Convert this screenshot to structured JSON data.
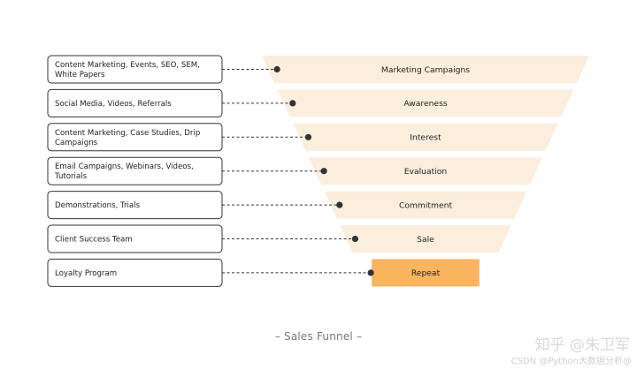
{
  "title": "Sales Funnel",
  "caption": "– Sales Funnel –",
  "colors": {
    "funnel_light": "#fbeedd",
    "funnel_highlight": "#f9b45e",
    "box_border": "#333333",
    "connector": "#333333"
  },
  "stages": [
    {
      "label": "Marketing Campaigns",
      "tactic": [
        "Content Marketing, Events, SEO, SEM,",
        "White Papers"
      ]
    },
    {
      "label": "Awareness",
      "tactic": [
        "Social Media, Videos, Referrals"
      ]
    },
    {
      "label": "Interest",
      "tactic": [
        "Content Marketing, Case Studies, Drip",
        "Campaigns"
      ]
    },
    {
      "label": "Evaluation",
      "tactic": [
        "Email Campaigns, Webinars, Videos,",
        "Tutorials"
      ]
    },
    {
      "label": "Commitment",
      "tactic": [
        "Demonstrations, Trials"
      ]
    },
    {
      "label": "Sale",
      "tactic": [
        "Client Success Team"
      ]
    },
    {
      "label": "Repeat",
      "tactic": [
        "Loyalty Program"
      ],
      "highlight": true
    }
  ],
  "watermark": {
    "main": "知乎 @朱卫军",
    "sub": "CSDN @Python大数据分析@"
  }
}
